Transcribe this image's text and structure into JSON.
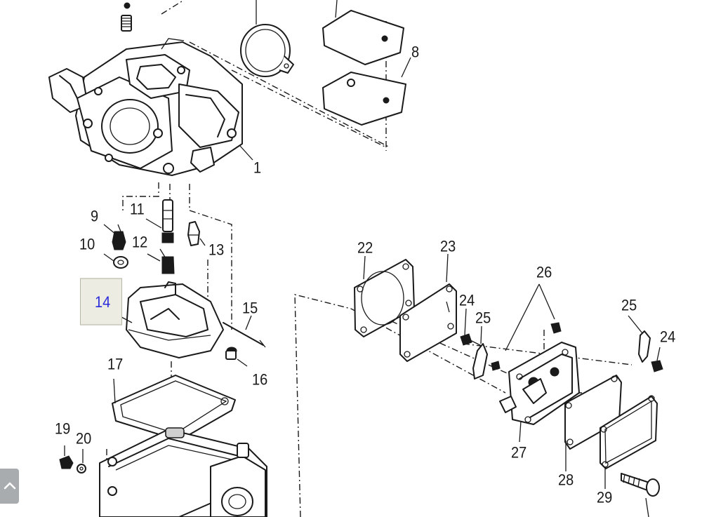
{
  "callouts": {
    "c1": "1",
    "c8": "8",
    "c9": "9",
    "c10": "10",
    "c11": "11",
    "c12": "12",
    "c13": "13",
    "c14": "14",
    "c15": "15",
    "c16": "16",
    "c17": "17",
    "c19": "19",
    "c20": "20",
    "c22": "22",
    "c23": "23",
    "c24a": "24",
    "c25a": "25",
    "c26": "26",
    "c25b": "25",
    "c24b": "24",
    "c27": "27",
    "c28": "28",
    "c29": "29"
  },
  "selected_callout": "14",
  "icons": {
    "scroll_up": "chevron-up-icon"
  },
  "colors": {
    "line": "#1a1a1a",
    "selected_text": "#2a2adb",
    "selected_bg": "#ecece2",
    "scroll_button": "#a8acae"
  }
}
